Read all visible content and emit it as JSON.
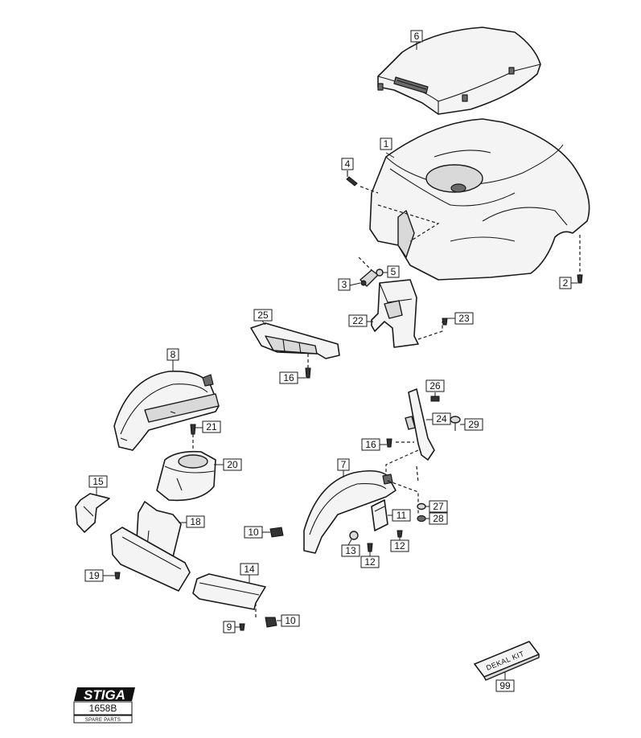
{
  "callouts": {
    "c1": "1",
    "c2": "2",
    "c3": "3",
    "c4": "4",
    "c5": "5",
    "c6": "6",
    "c7": "7",
    "c8": "8",
    "c9": "9",
    "c10a": "10",
    "c10b": "10",
    "c11": "11",
    "c12a": "12",
    "c12b": "12",
    "c13": "13",
    "c14": "14",
    "c15": "15",
    "c16a": "16",
    "c16b": "16",
    "c18": "18",
    "c19": "19",
    "c20": "20",
    "c21": "21",
    "c22": "22",
    "c23": "23",
    "c24": "24",
    "c25": "25",
    "c26": "26",
    "c27": "27",
    "c28": "28",
    "c29": "29",
    "c99": "99"
  },
  "decal_kit": {
    "label": "DEKAL KIT"
  },
  "footer": {
    "brand": "STIGA",
    "code": "1658B",
    "subtitle": "SPARE PARTS"
  }
}
